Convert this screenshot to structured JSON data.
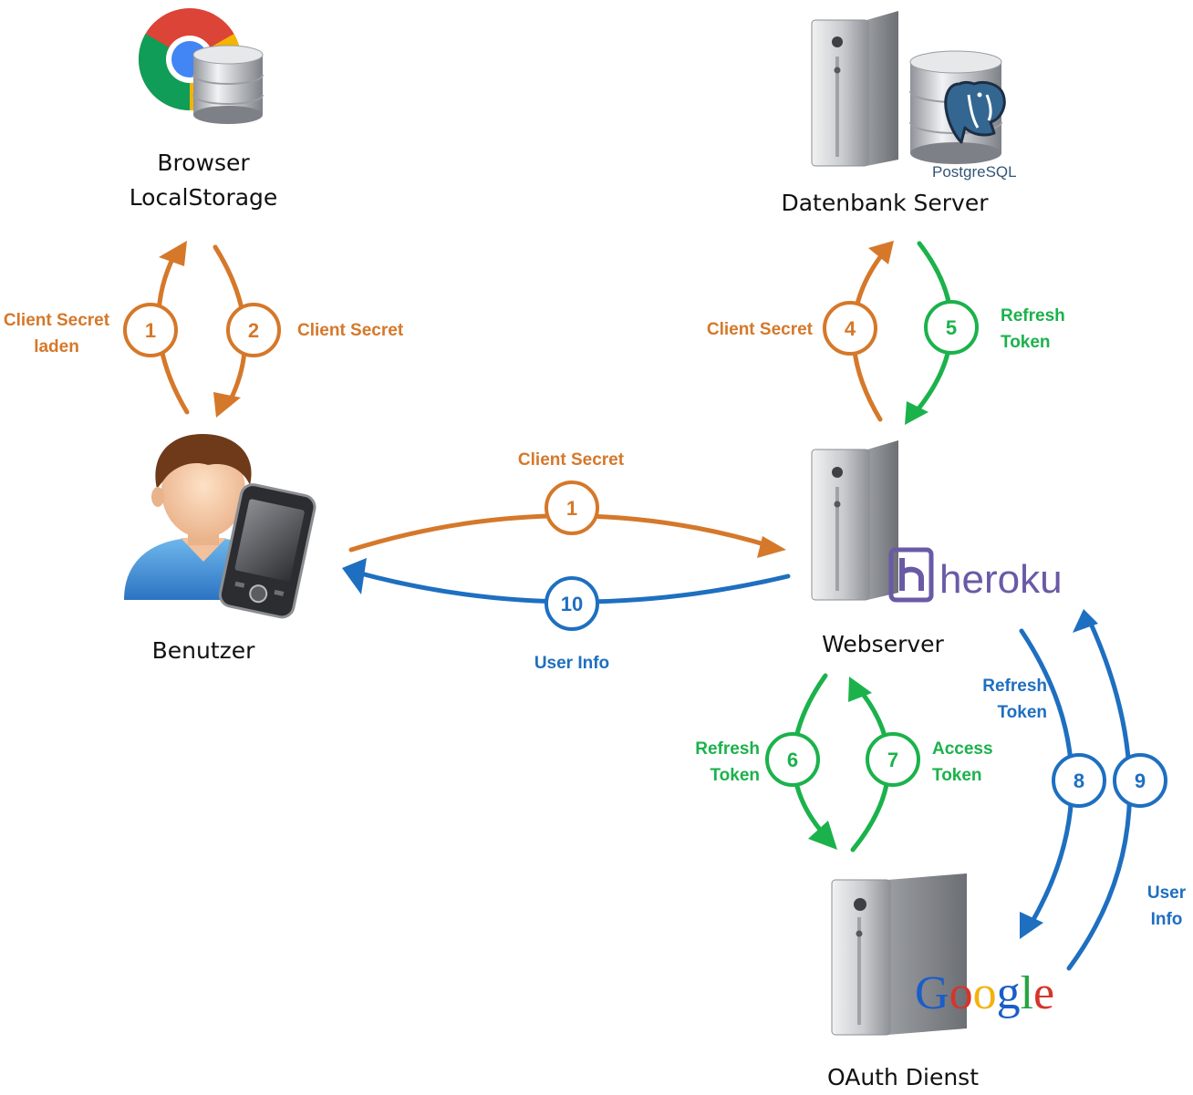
{
  "colors": {
    "orange": "#D5782A",
    "green": "#1BB24B",
    "blue": "#1E6FC0",
    "text": "#111111"
  },
  "nodes": {
    "browser": {
      "line1": "Browser",
      "line2": "LocalStorage",
      "icon": "chrome-database-icon"
    },
    "database": {
      "label": "Datenbank Server",
      "icon": "postgresql-server-icon",
      "logo_text": "PostgreSQL"
    },
    "user": {
      "label": "Benutzer",
      "icon": "user-smartphone-icon"
    },
    "webserver": {
      "label": "Webserver",
      "icon": "server-icon",
      "logo_text": "heroku"
    },
    "oauth": {
      "label": "OAuth Dienst",
      "icon": "server-icon",
      "logo_text": "Google"
    }
  },
  "flows": [
    {
      "step": "1",
      "color": "orange",
      "lines": [
        "Client Secret",
        "laden"
      ]
    },
    {
      "step": "2",
      "color": "orange",
      "lines": [
        "Client Secret"
      ]
    },
    {
      "step": "1",
      "color": "orange",
      "lines": [
        "Client Secret"
      ]
    },
    {
      "step": "4",
      "color": "orange",
      "lines": [
        "Client Secret"
      ]
    },
    {
      "step": "5",
      "color": "green",
      "lines": [
        "Refresh",
        "Token"
      ]
    },
    {
      "step": "6",
      "color": "green",
      "lines": [
        "Refresh",
        "Token"
      ]
    },
    {
      "step": "7",
      "color": "green",
      "lines": [
        "Access",
        "Token"
      ]
    },
    {
      "step": "8",
      "color": "blue",
      "lines": [
        "Refresh",
        "Token"
      ]
    },
    {
      "step": "9",
      "color": "blue",
      "lines": [
        "User",
        "Info"
      ]
    },
    {
      "step": "10",
      "color": "blue",
      "lines": [
        "User Info"
      ]
    }
  ]
}
